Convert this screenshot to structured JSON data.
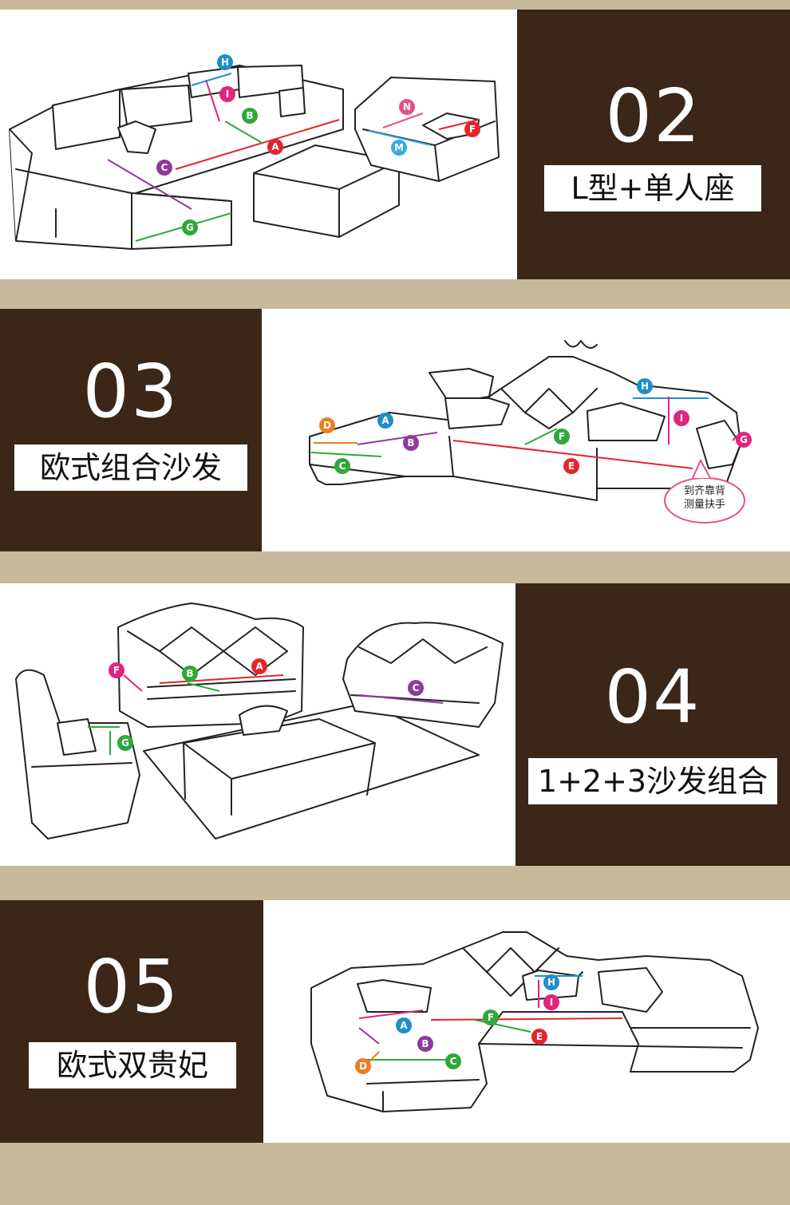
{
  "sections": [
    {
      "number": "02",
      "label": "L型+单人座"
    },
    {
      "number": "03",
      "label": "欧式组合沙发",
      "note": [
        "到齐靠背",
        "测量扶手"
      ]
    },
    {
      "number": "04",
      "label": "1+2+3沙发组合"
    },
    {
      "number": "05",
      "label": "欧式双贵妃"
    }
  ],
  "markers": {
    "A": "A",
    "B": "B",
    "C": "C",
    "D": "D",
    "E": "E",
    "F": "F",
    "G": "G",
    "H": "H",
    "I": "I",
    "M": "M",
    "N": "N"
  },
  "colors": {
    "background": "#c9b99c",
    "panel": "#3b2617",
    "A": "#e1262b",
    "B": "#2fa83a",
    "C": "#8e3a9e",
    "D": "#ee7d22",
    "E": "#e1262b",
    "F": "#2fa83a",
    "G": "#2fa83a",
    "H": "#1e8fc7",
    "I": "#e2237f",
    "M": "#38a9e1",
    "N": "#e5508a"
  }
}
